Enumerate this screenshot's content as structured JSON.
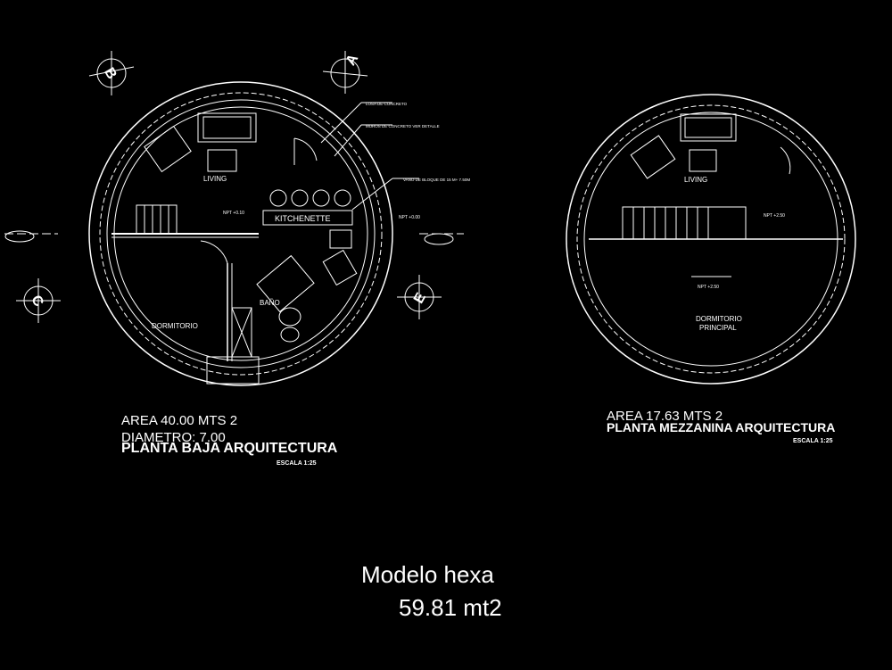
{
  "plan_baja": {
    "rooms": {
      "living": "LIVING",
      "kitchenette": "KITCHENETTE",
      "bano": "BAÑO",
      "dormitorio": "DORMITORIO"
    },
    "notes": {
      "losa": "LOSA DE CONCRETO",
      "muros": "MUROS DE CONCRETO VER DETALLE",
      "vano": "VANO DE BLOQUE DE 15 M+ 7.50M",
      "npt1": "NPT +0.10",
      "npt2": "NPT +0.00"
    },
    "axis_labels": {
      "b": "B",
      "a": "A",
      "c": "C",
      "e": "E"
    },
    "area": "AREA 40.00  MTS 2",
    "diametro": "DIAMETRO: 7.00",
    "title": "PLANTA BAJA ARQUITECTURA",
    "escala": "ESCALA 1:25"
  },
  "plan_mezzanina": {
    "rooms": {
      "living": "LIVING",
      "dormitorio": "DORMITORIO",
      "principal": "PRINCIPAL"
    },
    "notes": {
      "npt1": "NPT +2.50",
      "npt2": "NPT +2.50"
    },
    "area": "AREA 17.63  MTS 2",
    "title": "PLANTA MEZZANINA ARQUITECTURA",
    "escala": "ESCALA 1:25"
  },
  "model": {
    "name": "Modelo hexa",
    "area": "59.81 mt2"
  },
  "colors": {
    "background": "#000000",
    "lines": "#ffffff"
  }
}
